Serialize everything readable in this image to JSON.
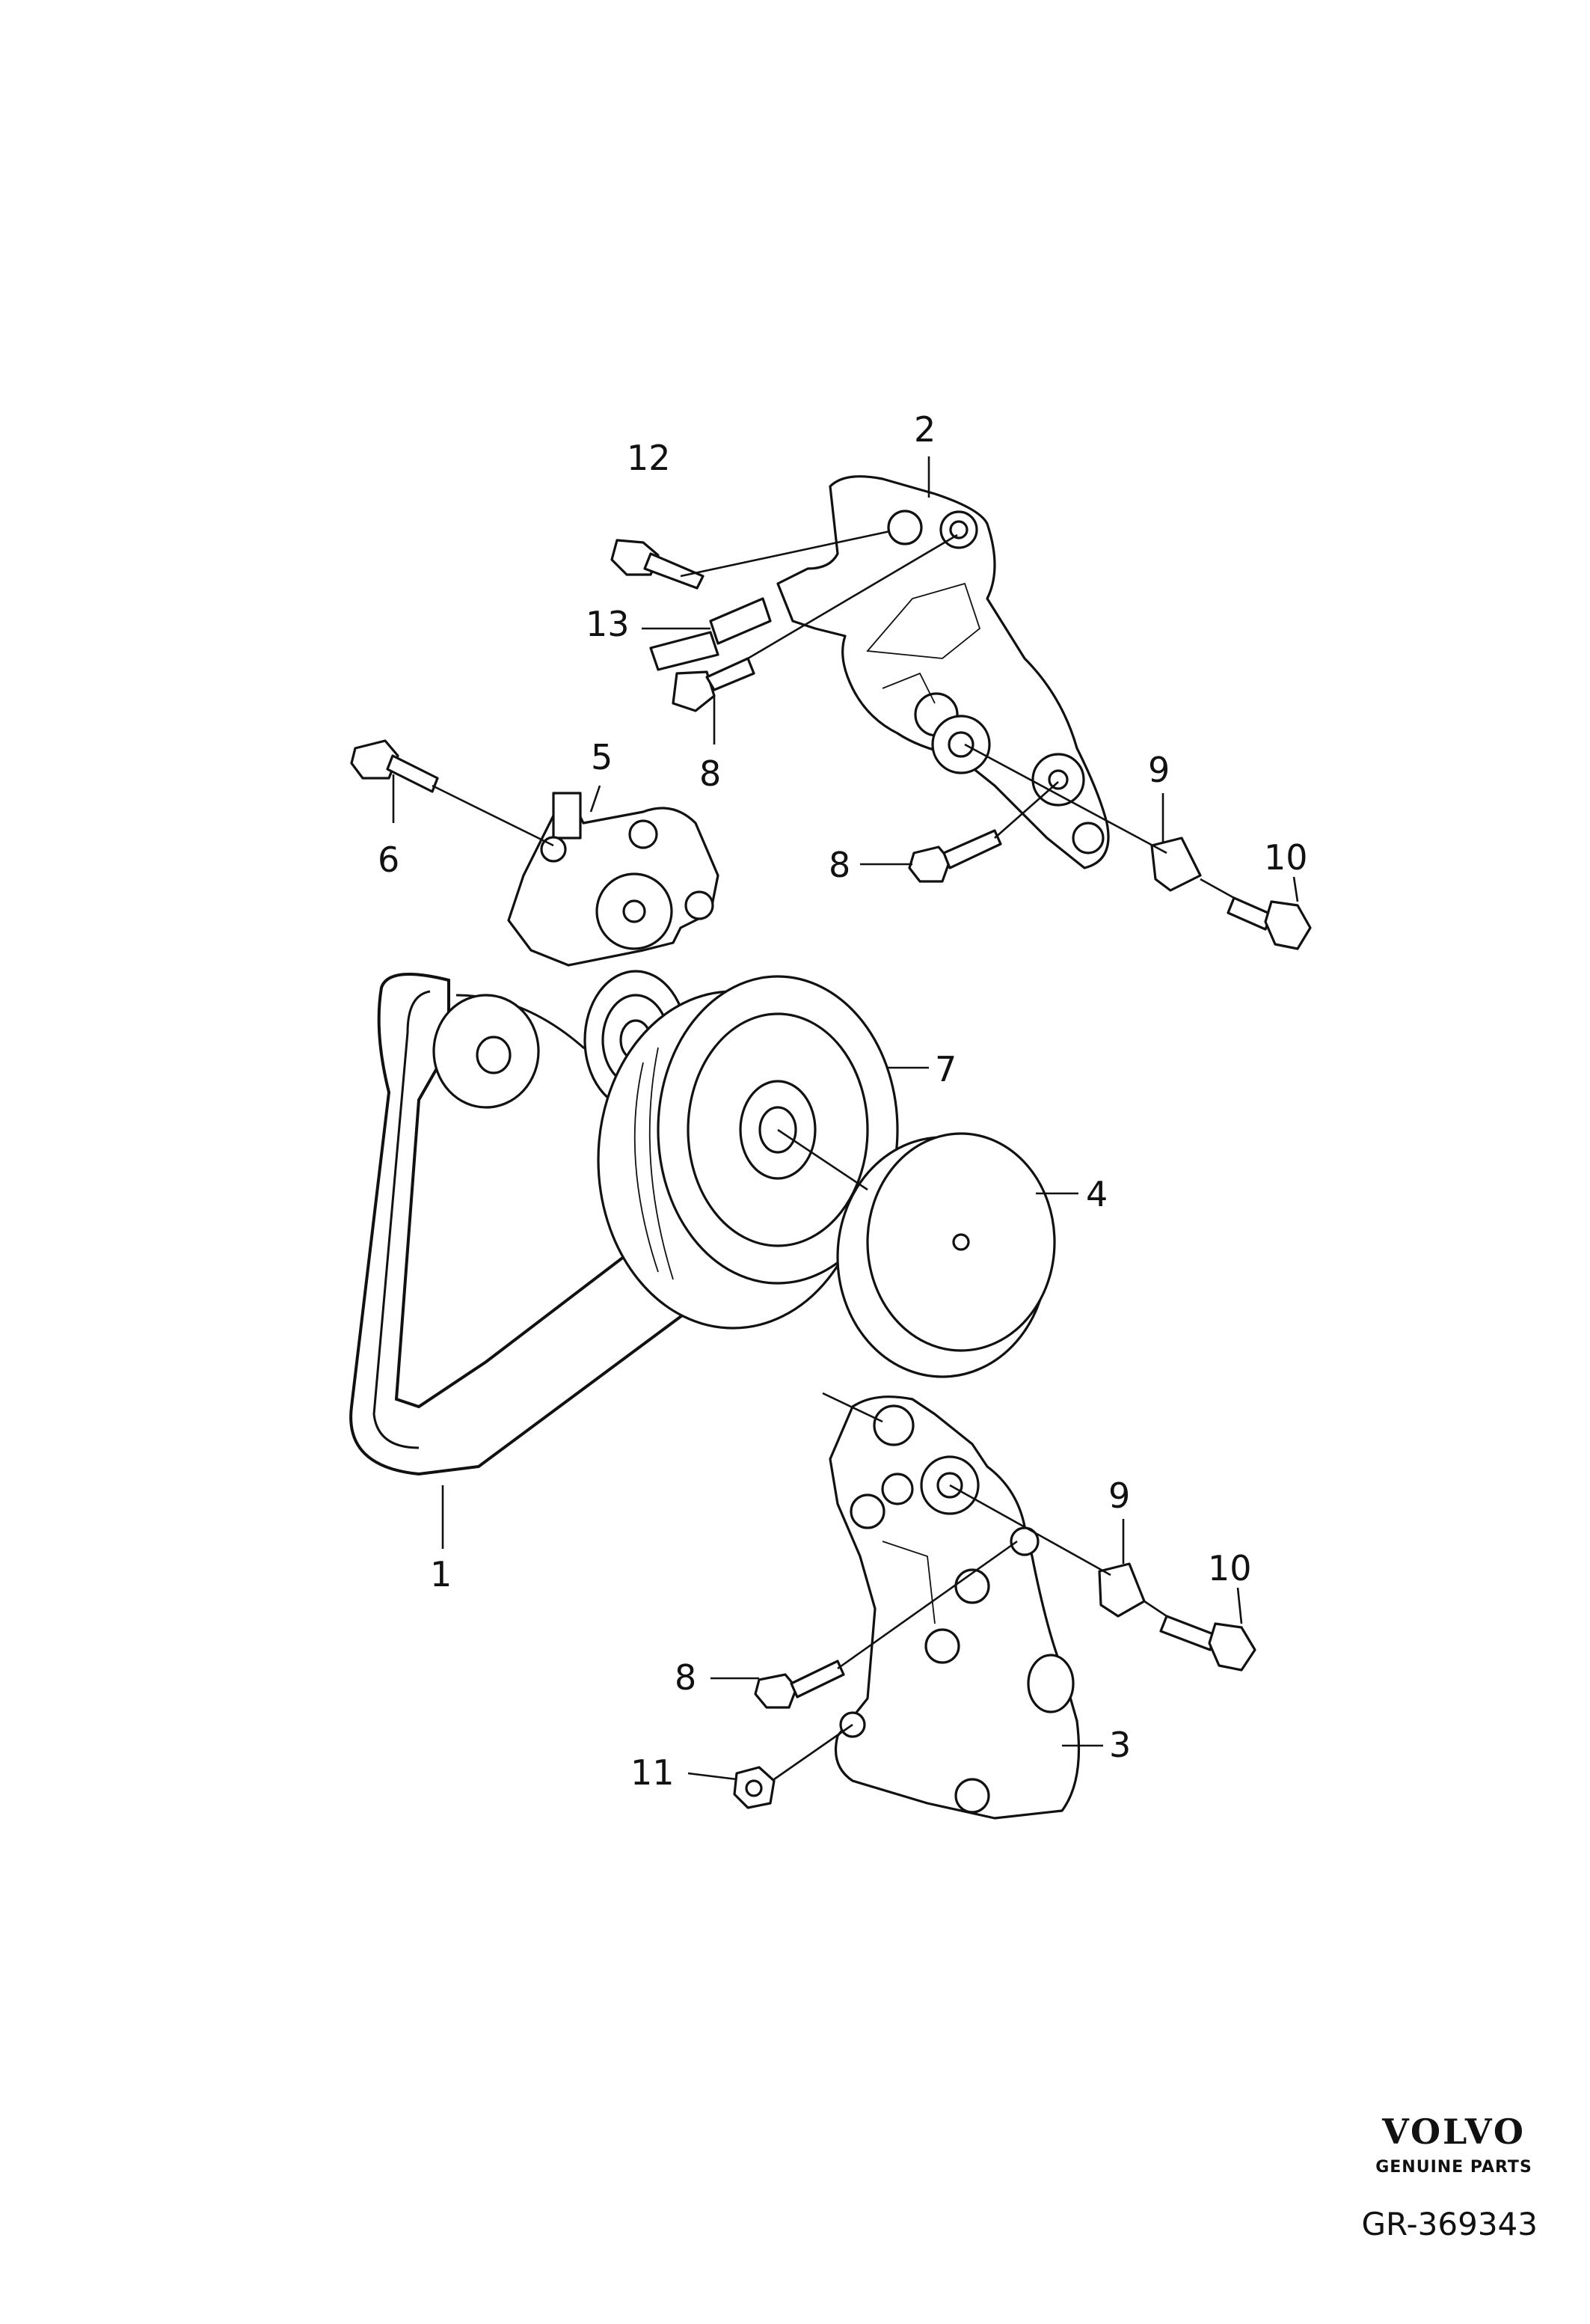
{
  "callouts": [
    {
      "id": "1",
      "label": "1"
    },
    {
      "id": "2",
      "label": "2"
    },
    {
      "id": "3",
      "label": "3"
    },
    {
      "id": "4",
      "label": "4"
    },
    {
      "id": "5",
      "label": "5"
    },
    {
      "id": "6",
      "label": "6"
    },
    {
      "id": "7",
      "label": "7"
    },
    {
      "id": "8a",
      "label": "8"
    },
    {
      "id": "8b",
      "label": "8"
    },
    {
      "id": "8c",
      "label": "8"
    },
    {
      "id": "9a",
      "label": "9"
    },
    {
      "id": "9b",
      "label": "9"
    },
    {
      "id": "10a",
      "label": "10"
    },
    {
      "id": "10b",
      "label": "10"
    },
    {
      "id": "11",
      "label": "11"
    },
    {
      "id": "12",
      "label": "12"
    },
    {
      "id": "13",
      "label": "13"
    }
  ],
  "brand": {
    "name": "VOLVO",
    "subtitle": "GENUINE PARTS"
  },
  "diagram_code": "GR-369343"
}
